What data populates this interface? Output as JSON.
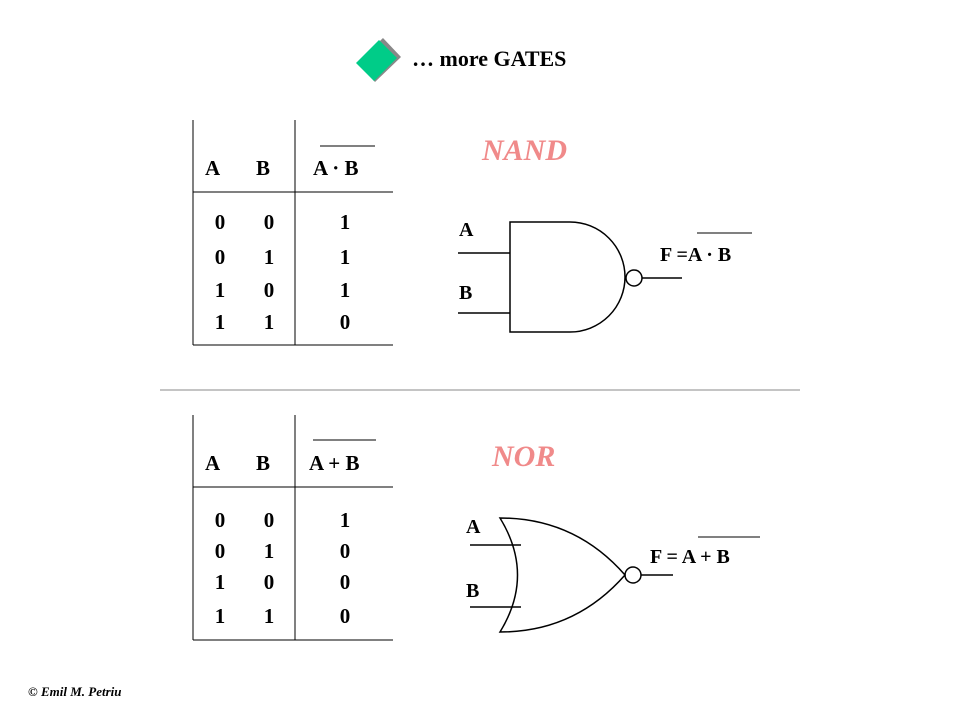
{
  "title": "… more GATES",
  "footer": "©  Emil M. Petriu",
  "accent_colors": {
    "gate_name": "#f08a8a",
    "diamond_fill": "#00cc88",
    "diamond_shadow": "#888888"
  },
  "nand": {
    "name": "NAND",
    "headers": [
      "A",
      "B",
      "A · B"
    ],
    "rows": [
      [
        "0",
        "0",
        "1"
      ],
      [
        "0",
        "1",
        "1"
      ],
      [
        "1",
        "0",
        "1"
      ],
      [
        "1",
        "1",
        "0"
      ]
    ],
    "input_a": "A",
    "input_b": "B",
    "output": "F =A · B"
  },
  "nor": {
    "name": "NOR",
    "headers": [
      "A",
      "B",
      "A + B"
    ],
    "rows": [
      [
        "0",
        "0",
        "1"
      ],
      [
        "0",
        "1",
        "0"
      ],
      [
        "1",
        "0",
        "0"
      ],
      [
        "1",
        "1",
        "0"
      ]
    ],
    "input_a": "A",
    "input_b": "B",
    "output": "F = A + B"
  }
}
